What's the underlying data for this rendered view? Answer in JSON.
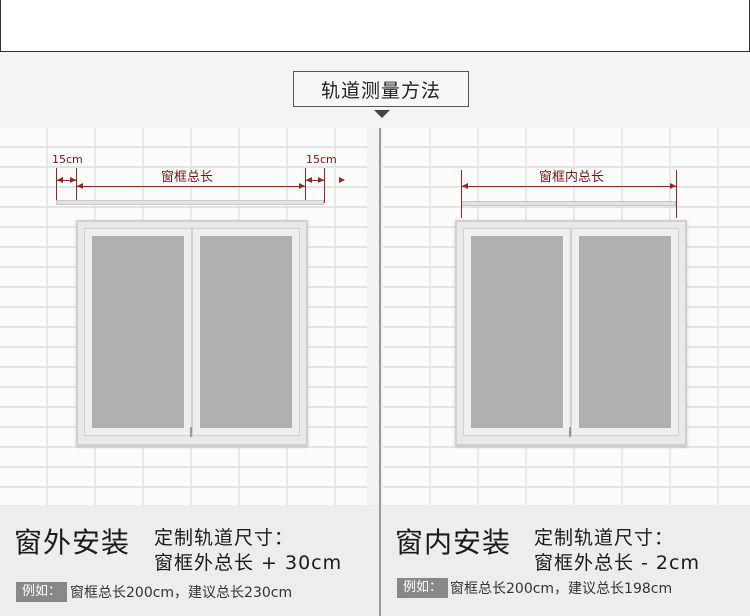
{
  "title": "轨道测量方法",
  "left_panel": {
    "label_left_margin": "15cm",
    "label_right_margin": "15cm",
    "measure_label": "窗框总长",
    "install_title": "窗外安装",
    "requirement_line1": "定制轨道尺寸：",
    "requirement_line2": "窗框外总长 + 30cm",
    "example_tag": "例如：",
    "example_text": "窗框总长200cm，建议总长230cm"
  },
  "right_panel": {
    "measure_label": "窗框内总长",
    "install_title": "窗内安装",
    "requirement_line1": "定制轨道尺寸：",
    "requirement_line2": "窗框外总长 - 2cm",
    "example_tag": "例如：",
    "example_text": "窗框总长200cm，建议总长198cm"
  },
  "colors": {
    "measure": "#8a2a2a",
    "glass": "#b0b0b0",
    "tag_bg": "#888888"
  }
}
